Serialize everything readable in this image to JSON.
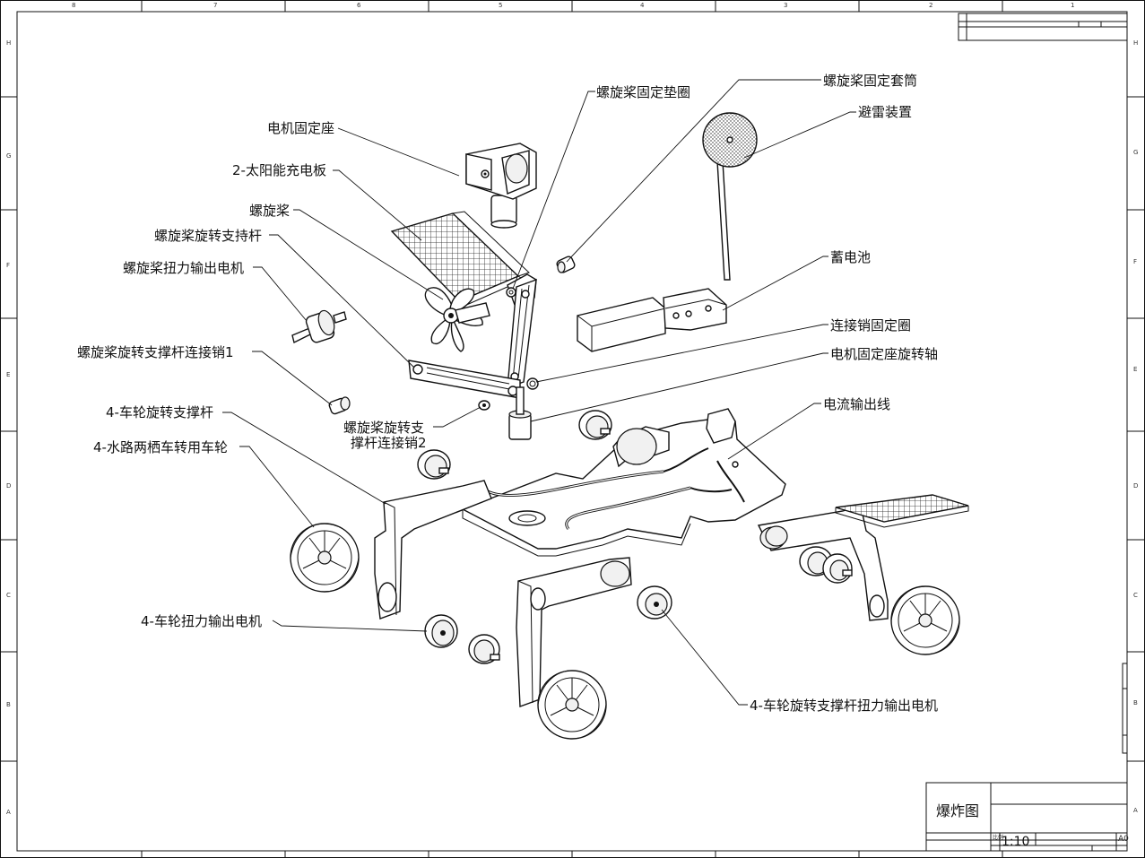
{
  "drawing": {
    "title_block": {
      "title": "爆炸图",
      "scale": "1:10",
      "sheet_size": "A0",
      "scale_caption": "比例"
    },
    "zones": {
      "columns": [
        "8",
        "7",
        "6",
        "5",
        "4",
        "3",
        "2",
        "1"
      ],
      "rows": [
        "H",
        "G",
        "F",
        "E",
        "D",
        "C",
        "B",
        "A"
      ]
    },
    "callouts": {
      "motor_mount": "电机固定座",
      "solar_panel": "2-太阳能充电板",
      "propeller": "螺旋桨",
      "prop_support_rod": "螺旋桨旋转支持杆",
      "prop_torque_motor": "螺旋桨扭力输出电机",
      "prop_pin_1": "螺旋桨旋转支撑杆连接销1",
      "wheel_support_rod": "4-车轮旋转支撑杆",
      "amphibious_wheel": "4-水路两栖车转用车轮",
      "prop_pin_2_line1": "螺旋桨旋转支",
      "prop_pin_2_line2": "撑杆连接销2",
      "wheel_torque_motor": "4-车轮扭力输出电机",
      "prop_washer": "螺旋桨固定垫圈",
      "prop_sleeve": "螺旋桨固定套筒",
      "lightning_rod": "避雷装置",
      "battery": "蓄电池",
      "pin_retaining_ring": "连接销固定圈",
      "mount_rotary_shaft": "电机固定座旋转轴",
      "current_output_wire": "电流输出线",
      "support_rod_torque_motor": "4-车轮旋转支撑杆扭力输出电机"
    }
  }
}
